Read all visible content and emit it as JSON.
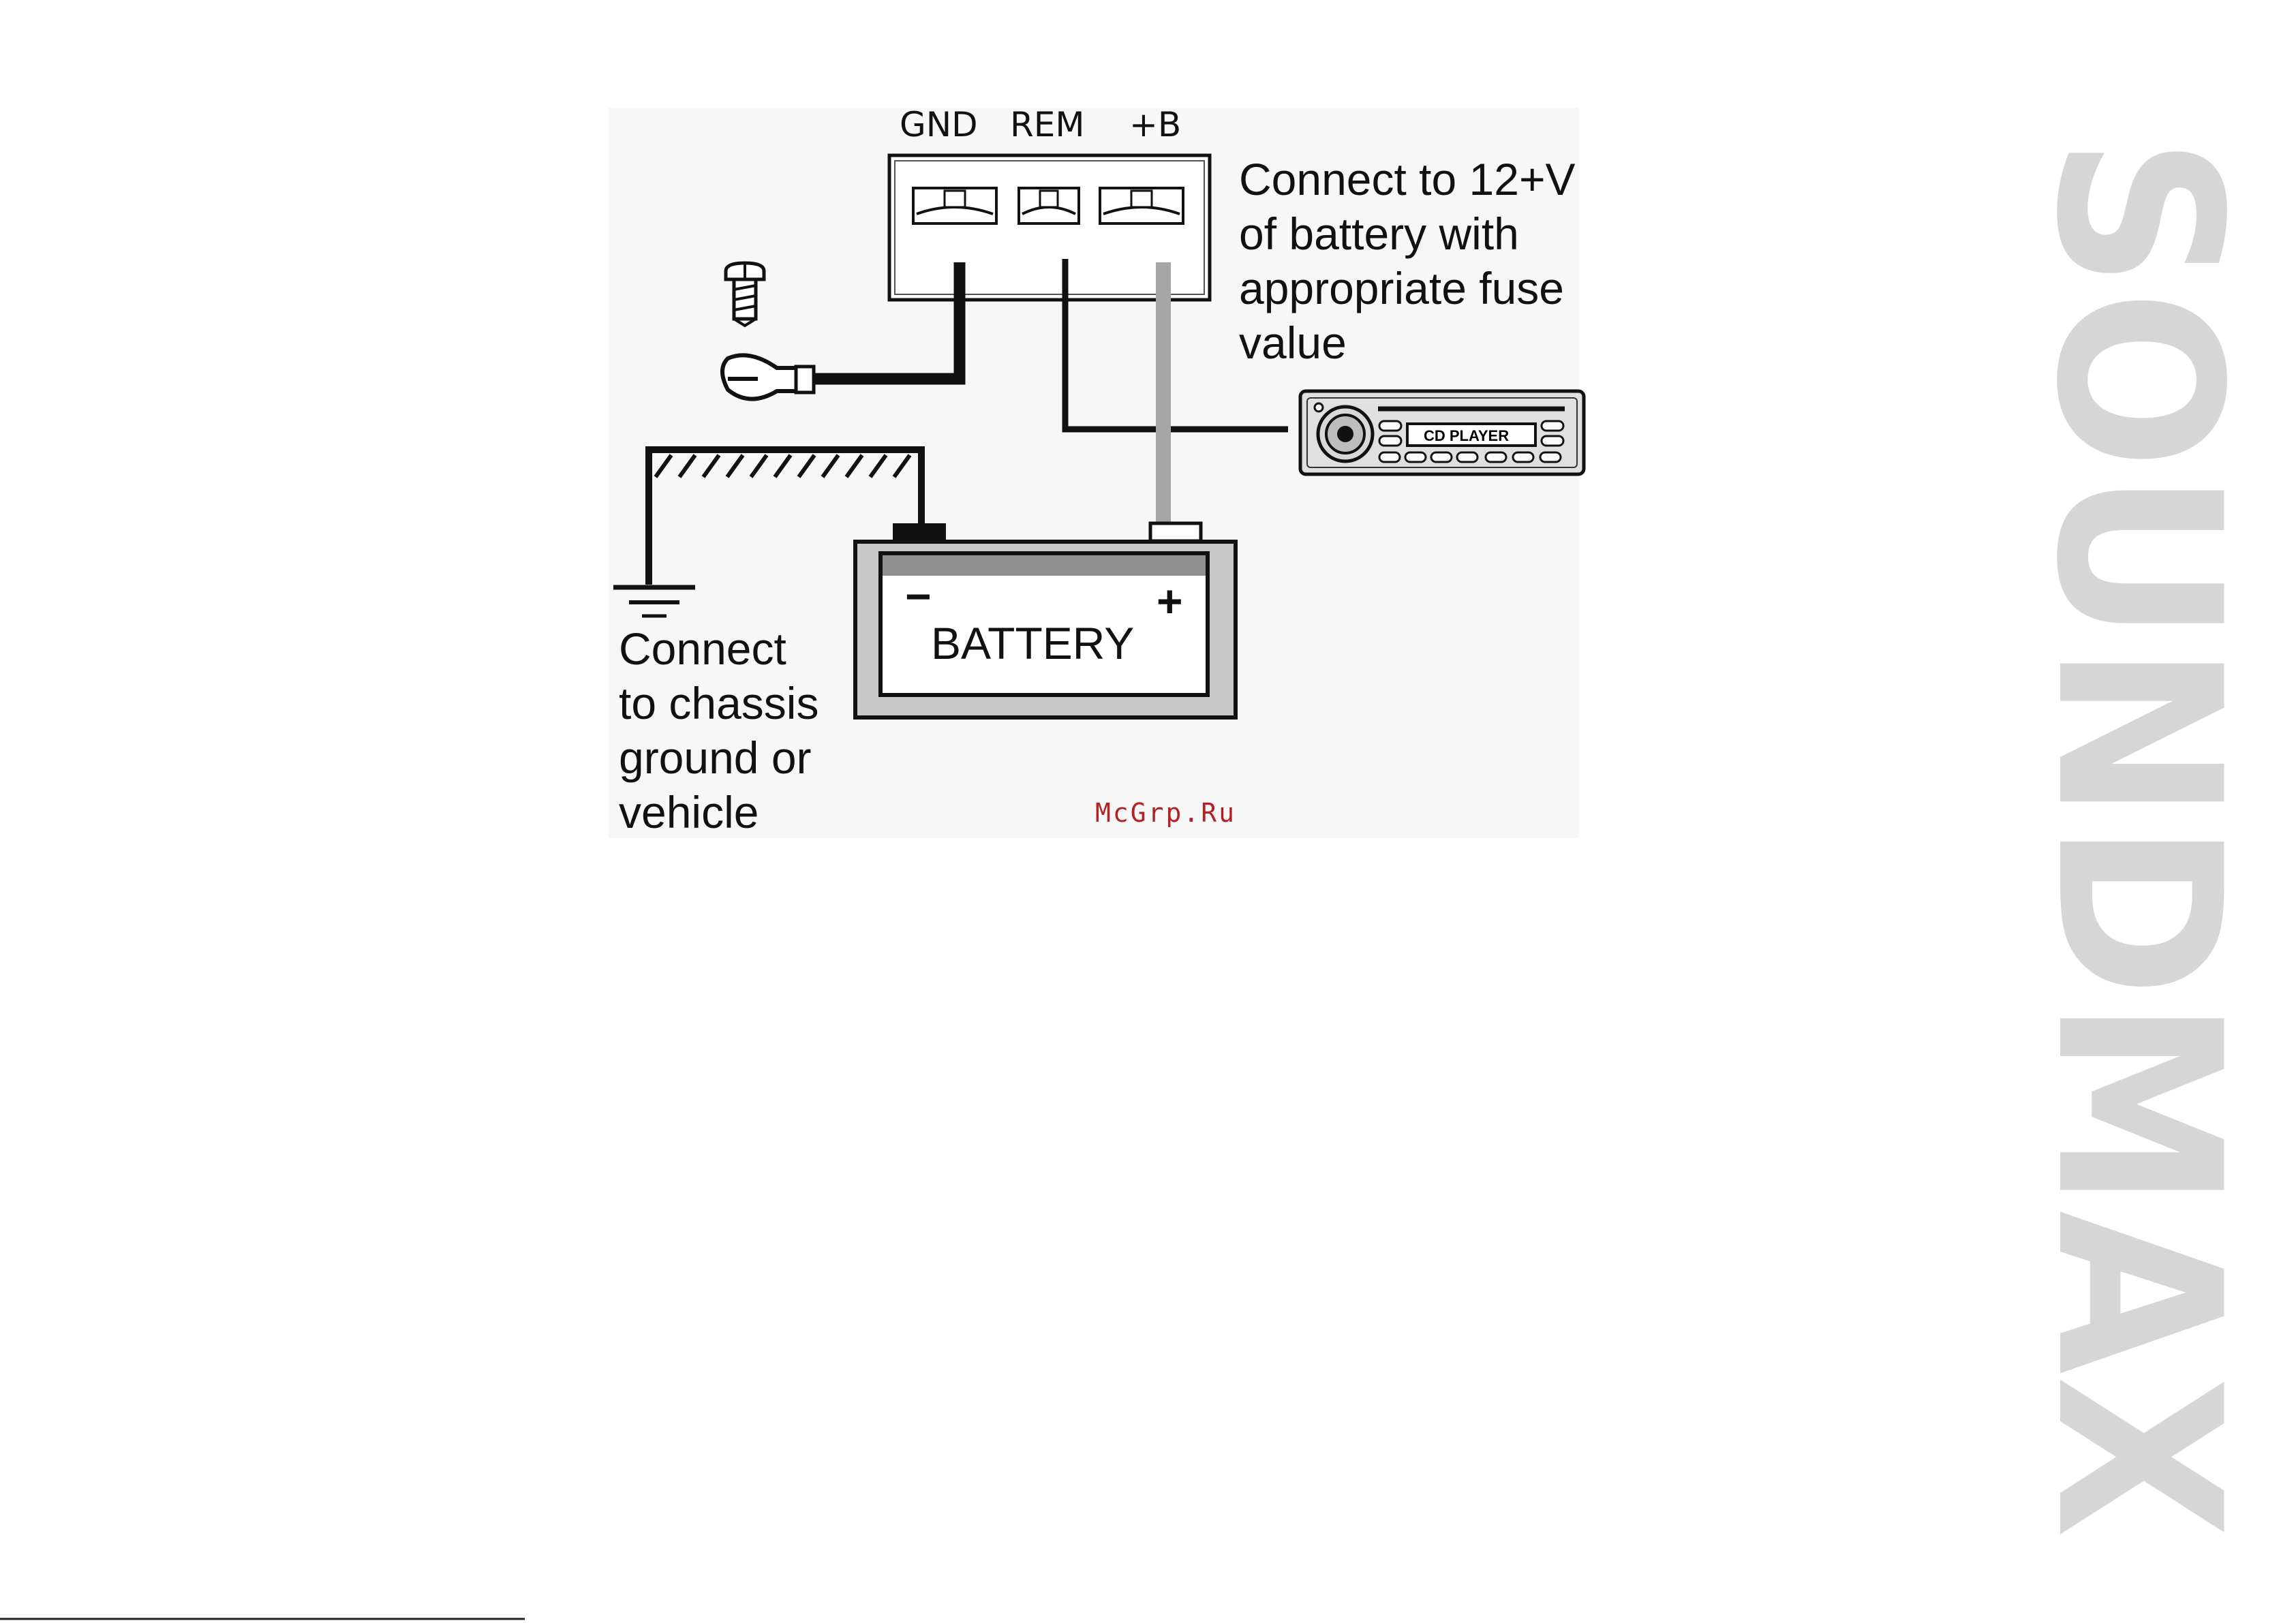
{
  "terminals": {
    "gnd": "GND",
    "rem": "REM",
    "plus_b": "+B"
  },
  "notes": {
    "battery_connect": [
      "Connect to 12+V",
      "of battery with",
      "appropriate fuse",
      "value"
    ],
    "chassis_connect": [
      "Connect",
      "to chassis",
      "ground or",
      "vehicle"
    ]
  },
  "battery": {
    "label": "BATTERY",
    "minus": "−",
    "plus": "+"
  },
  "head_unit": {
    "display": "CD PLAYER"
  },
  "watermark": "McGrp.Ru",
  "brand": "SOUNDMAX",
  "colors": {
    "wire_black": "#111111",
    "wire_grey": "#a6a6a6",
    "panel_bg": "#f7f7f7",
    "battery_case": "#c8c8c8",
    "battery_stripe": "#909090",
    "watermark": "#b22222",
    "brand": "#d6d6d6"
  },
  "icons": {
    "screw": "screw-icon",
    "ring_terminal": "ring-terminal-icon",
    "ground": "ground-symbol-icon",
    "head_unit": "car-stereo-icon"
  }
}
